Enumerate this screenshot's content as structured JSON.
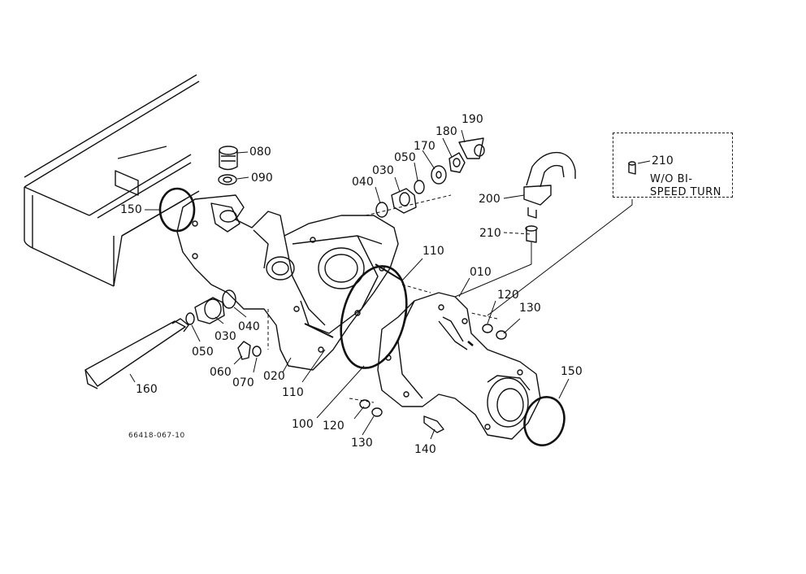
{
  "document_code": "66418-067-10",
  "note": {
    "callout": "210",
    "text": "W/O BI-\nSPEED TURN"
  },
  "callouts": [
    {
      "id": "080",
      "label": "080"
    },
    {
      "id": "090",
      "label": "090"
    },
    {
      "id": "150-left",
      "label": "150"
    },
    {
      "id": "040-top",
      "label": "040"
    },
    {
      "id": "030-top",
      "label": "030"
    },
    {
      "id": "050-top",
      "label": "050"
    },
    {
      "id": "170",
      "label": "170"
    },
    {
      "id": "180",
      "label": "180"
    },
    {
      "id": "190",
      "label": "190"
    },
    {
      "id": "200",
      "label": "200"
    },
    {
      "id": "210",
      "label": "210"
    },
    {
      "id": "110-top",
      "label": "110"
    },
    {
      "id": "010",
      "label": "010"
    },
    {
      "id": "120-right",
      "label": "120"
    },
    {
      "id": "130-right",
      "label": "130"
    },
    {
      "id": "040-left",
      "label": "040"
    },
    {
      "id": "030-left",
      "label": "030"
    },
    {
      "id": "050-left",
      "label": "050"
    },
    {
      "id": "060",
      "label": "060"
    },
    {
      "id": "070",
      "label": "070"
    },
    {
      "id": "020",
      "label": "020"
    },
    {
      "id": "110-bottom",
      "label": "110"
    },
    {
      "id": "160",
      "label": "160"
    },
    {
      "id": "100",
      "label": "100"
    },
    {
      "id": "120-bottom",
      "label": "120"
    },
    {
      "id": "130-bottom",
      "label": "130"
    },
    {
      "id": "140",
      "label": "140"
    },
    {
      "id": "150-right",
      "label": "150"
    }
  ]
}
